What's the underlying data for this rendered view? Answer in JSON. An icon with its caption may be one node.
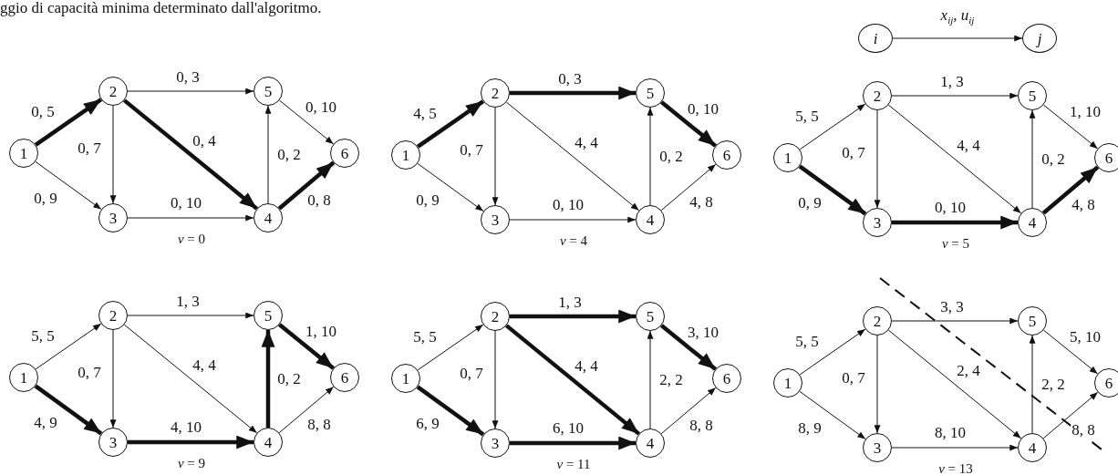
{
  "diagram": {
    "nodes": [
      {
        "text": [
          "i"
        ]
      },
      {
        "text": [
          "j"
        ]
      },
      {
        "text": [
          "1"
        ]
      },
      {
        "text": [
          "2"
        ]
      },
      {
        "text": [
          "3"
        ]
      },
      {
        "text": [
          "4"
        ]
      },
      {
        "text": [
          "5"
        ]
      },
      {
        "text": [
          "6"
        ]
      },
      {
        "text": [
          "1"
        ]
      },
      {
        "text": [
          "2"
        ]
      },
      {
        "text": [
          "3"
        ]
      },
      {
        "text": [
          "4"
        ]
      },
      {
        "text": [
          "5"
        ]
      },
      {
        "text": [
          "6"
        ]
      },
      {
        "text": [
          "1"
        ]
      },
      {
        "text": [
          "2"
        ]
      },
      {
        "text": [
          "3"
        ]
      },
      {
        "text": [
          "4"
        ]
      },
      {
        "text": [
          "5"
        ]
      },
      {
        "text": [
          "6"
        ]
      },
      {
        "text": [
          "1"
        ]
      },
      {
        "text": [
          "2"
        ]
      },
      {
        "text": [
          "3"
        ]
      },
      {
        "text": [
          "4"
        ]
      },
      {
        "text": [
          "5"
        ]
      },
      {
        "text": [
          "6"
        ]
      },
      {
        "text": [
          "1"
        ]
      },
      {
        "text": [
          "2"
        ]
      },
      {
        "text": [
          "3"
        ]
      },
      {
        "text": [
          "4"
        ]
      },
      {
        "text": [
          "5"
        ]
      },
      {
        "text": [
          "6"
        ]
      },
      {
        "text": [
          "1"
        ]
      },
      {
        "text": [
          "2"
        ]
      },
      {
        "text": [
          "3"
        ]
      },
      {
        "text": [
          "4"
        ]
      },
      {
        "text": [
          "5"
        ]
      },
      {
        "text": [
          "6"
        ]
      }
    ],
    "edges": [
      {
        "from": 0,
        "to": 1,
        "arrow": "to",
        "label": "x$_{ij}$, u$_{ij}$"
      },
      {
        "from": 2,
        "to": 3,
        "arrow": "to",
        "label": "0, 5",
        "style": "thick"
      },
      {
        "from": 2,
        "to": 4,
        "arrow": "to",
        "label": "0, 9"
      },
      {
        "from": 3,
        "to": 4,
        "arrow": "to",
        "label": "0, 7"
      },
      {
        "from": 3,
        "to": 6,
        "arrow": "to",
        "label": "0, 3"
      },
      {
        "from": 3,
        "to": 5,
        "arrow": "to",
        "label": "0, 4",
        "style": "thick"
      },
      {
        "from": 4,
        "to": 5,
        "arrow": "to",
        "label": "0, 10"
      },
      {
        "from": 5,
        "to": 6,
        "arrow": "to",
        "label": "0, 2"
      },
      {
        "from": 6,
        "to": 7,
        "arrow": "to",
        "label": "0, 10"
      },
      {
        "from": 5,
        "to": 7,
        "arrow": "to",
        "label": "0, 8",
        "style": "thick"
      },
      {
        "from": 8,
        "to": 9,
        "arrow": "to",
        "label": "4, 5",
        "style": "thick"
      },
      {
        "from": 8,
        "to": 10,
        "arrow": "to",
        "label": "0, 9"
      },
      {
        "from": 9,
        "to": 10,
        "arrow": "to",
        "label": "0, 7"
      },
      {
        "from": 9,
        "to": 12,
        "arrow": "to",
        "label": "0, 3",
        "style": "thick"
      },
      {
        "from": 9,
        "to": 11,
        "arrow": "to",
        "label": "4, 4"
      },
      {
        "from": 10,
        "to": 11,
        "arrow": "to",
        "label": "0, 10"
      },
      {
        "from": 11,
        "to": 12,
        "arrow": "to",
        "label": "0, 2"
      },
      {
        "from": 12,
        "to": 13,
        "arrow": "to",
        "label": "0, 10",
        "style": "thick"
      },
      {
        "from": 11,
        "to": 13,
        "arrow": "to",
        "label": "4, 8"
      },
      {
        "from": 14,
        "to": 15,
        "arrow": "to",
        "label": "5, 5"
      },
      {
        "from": 14,
        "to": 16,
        "arrow": "to",
        "label": "0, 9",
        "style": "thick"
      },
      {
        "from": 15,
        "to": 16,
        "arrow": "to",
        "label": "0, 7"
      },
      {
        "from": 15,
        "to": 18,
        "arrow": "to",
        "label": "1, 3"
      },
      {
        "from": 15,
        "to": 17,
        "arrow": "to",
        "label": "4, 4"
      },
      {
        "from": 16,
        "to": 17,
        "arrow": "to",
        "label": "0, 10",
        "style": "thick"
      },
      {
        "from": 17,
        "to": 18,
        "arrow": "to",
        "label": "0, 2"
      },
      {
        "from": 18,
        "to": 19,
        "arrow": "to",
        "label": "1, 10"
      },
      {
        "from": 17,
        "to": 19,
        "arrow": "to",
        "label": "4, 8",
        "style": "thick"
      },
      {
        "from": 20,
        "to": 21,
        "arrow": "to",
        "label": "5, 5"
      },
      {
        "from": 20,
        "to": 22,
        "arrow": "to",
        "label": "4, 9",
        "style": "thick"
      },
      {
        "from": 21,
        "to": 22,
        "arrow": "to",
        "label": "0, 7"
      },
      {
        "from": 21,
        "to": 24,
        "arrow": "to",
        "label": "1, 3"
      },
      {
        "from": 21,
        "to": 23,
        "arrow": "to",
        "label": "4, 4"
      },
      {
        "from": 22,
        "to": 23,
        "arrow": "to",
        "label": "4, 10",
        "style": "thick"
      },
      {
        "from": 23,
        "to": 24,
        "arrow": "to",
        "label": "0, 2",
        "style": "thick"
      },
      {
        "from": 24,
        "to": 25,
        "arrow": "to",
        "label": "1, 10",
        "style": "thick"
      },
      {
        "from": 23,
        "to": 25,
        "arrow": "to",
        "label": "8, 8"
      },
      {
        "from": 26,
        "to": 27,
        "arrow": "to",
        "label": "5, 5"
      },
      {
        "from": 26,
        "to": 28,
        "arrow": "to",
        "label": "6, 9",
        "style": "thick"
      },
      {
        "from": 27,
        "to": 28,
        "arrow": "to",
        "label": "0, 7"
      },
      {
        "from": 27,
        "to": 30,
        "arrow": "to",
        "label": "1, 3",
        "style": "thick"
      },
      {
        "from": 27,
        "to": 29,
        "arrow": "to",
        "label": "4, 4",
        "style": "thick"
      },
      {
        "from": 28,
        "to": 29,
        "arrow": "to",
        "label": "6, 10",
        "style": "thick"
      },
      {
        "from": 29,
        "to": 30,
        "arrow": "to",
        "label": "2, 2"
      },
      {
        "from": 30,
        "to": 31,
        "arrow": "to",
        "label": "3, 10",
        "style": "thick"
      },
      {
        "from": 29,
        "to": 31,
        "arrow": "to",
        "label": "8, 8"
      },
      {
        "from": 32,
        "to": 33,
        "arrow": "to",
        "label": "5, 5"
      },
      {
        "from": 32,
        "to": 34,
        "arrow": "to",
        "label": "8, 9"
      },
      {
        "from": 33,
        "to": 34,
        "arrow": "to",
        "label": "0, 7"
      },
      {
        "from": 33,
        "to": 36,
        "arrow": "to",
        "label": "3, 3"
      },
      {
        "from": 33,
        "to": 35,
        "arrow": "to",
        "label": "2, 4"
      },
      {
        "from": 34,
        "to": 35,
        "arrow": "to",
        "label": "8, 10"
      },
      {
        "from": 35,
        "to": 36,
        "arrow": "to",
        "label": "2, 2"
      },
      {
        "from": 36,
        "to": 37,
        "arrow": "to",
        "label": "5, 10"
      },
      {
        "from": 35,
        "to": 37,
        "arrow": "to",
        "label": "8, 8"
      }
    ],
    "labels": [
      "ggio di capacità minima determinato dall'algoritmo.",
      "*v* = 0",
      "*v* = 4",
      "*v* = 5",
      "*v* = 9",
      "*v* = 11",
      "*v* = 13"
    ]
  }
}
